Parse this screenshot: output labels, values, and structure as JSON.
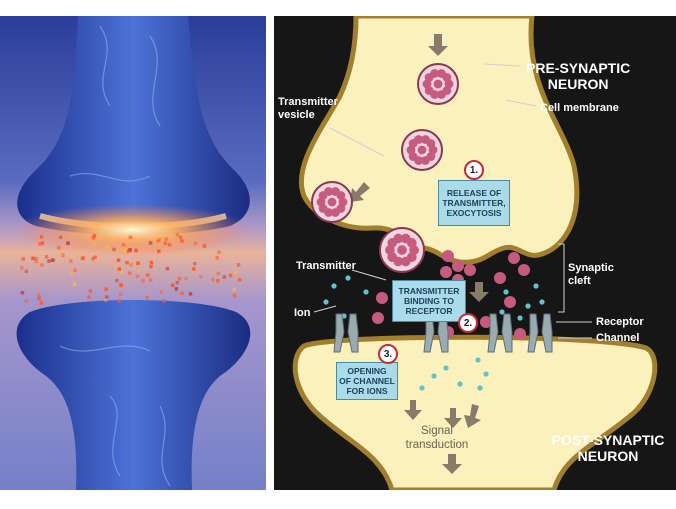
{
  "photo": {
    "alt_subject": "synapse-3d-render"
  },
  "diagram": {
    "pre_neuron_label": "PRE-SYNAPTIC\nNEURON",
    "post_neuron_label": "POST-SYNAPTIC\nNEURON",
    "cell_membrane_label": "Cell membrane",
    "transmitter_vesicle_label": "Transmitter\nvesicle",
    "transmitter_label": "Transmitter",
    "ion_label": "Ion",
    "synaptic_cleft_label": "Synaptic\ncleft",
    "receptor_label": "Receptor",
    "channel_label": "Channel",
    "signal_label": "Signal\ntransduction",
    "steps": [
      {
        "number": "1.",
        "text": "RELEASE OF\nTRANSMITTER,\nEXOCYTOSIS"
      },
      {
        "number": "2.",
        "text": "TRANSMITTER\nBINDING TO\nRECEPTOR"
      },
      {
        "number": "3.",
        "text": "OPENING\nOF CHANNEL\nFOR IONS"
      }
    ]
  },
  "colors": {
    "cytoplasm": "#fbf1bd",
    "membrane": "#a27f2f",
    "background": "#161616",
    "vesicle": "#c75a7f",
    "ion": "#5fc4cc",
    "receptor": "#9aaab1",
    "box": "#a9dbe9",
    "step_ring": "#c6283a"
  }
}
